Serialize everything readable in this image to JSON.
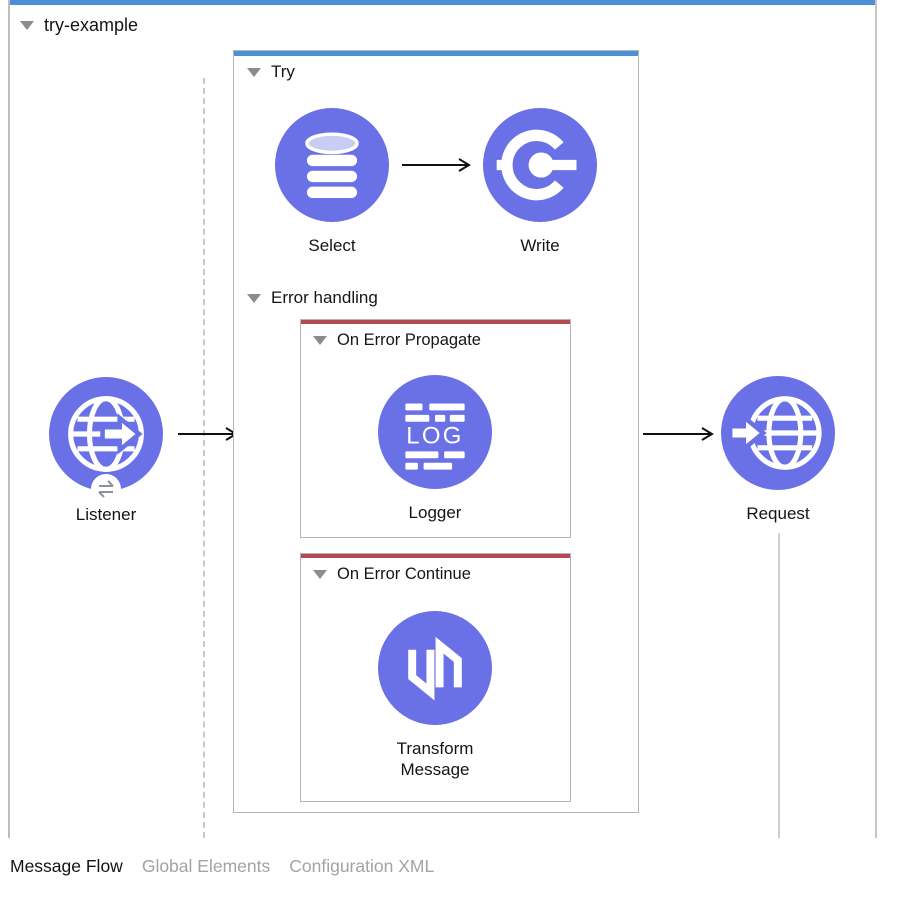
{
  "flow": {
    "title": "try-example",
    "source": {
      "label": "Listener"
    },
    "try_scope": {
      "label": "Try",
      "processors": [
        {
          "label": "Select"
        },
        {
          "label": "Write"
        }
      ],
      "error_handling": {
        "label": "Error handling",
        "handlers": [
          {
            "label": "On Error Propagate",
            "processors": [
              {
                "label": "Logger"
              }
            ]
          },
          {
            "label": "On Error Continue",
            "processors": [
              {
                "label": "Transform Message"
              }
            ]
          }
        ]
      }
    },
    "target": {
      "label": "Request"
    },
    "logger_icon_text": "LOG"
  },
  "tabs": [
    {
      "label": "Message Flow",
      "active": true
    },
    {
      "label": "Global Elements",
      "active": false
    },
    {
      "label": "Configuration XML",
      "active": false
    }
  ],
  "colors": {
    "node_fill": "#6A70E6",
    "db_top_fill": "#C9CCF4",
    "flow_accent_bar": "#4A90D9",
    "error_accent_bar": "#B54A52",
    "scope_border": "#B5B5B5",
    "inactive_tab_text": "#A3A3A3"
  }
}
